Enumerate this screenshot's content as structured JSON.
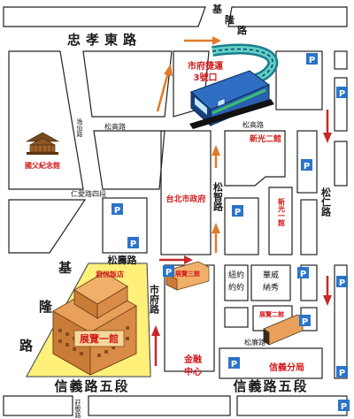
{
  "roads": {
    "zhongxiao_east": "忠孝東路",
    "keelung_top": "基隆路",
    "keelung_left_1": "基",
    "keelung_left_2": "隆",
    "keelung_left_3": "路",
    "yixian": "逸仙路",
    "songgao": "松高路",
    "renai_4": "仁愛路四段",
    "songshou": "松壽路",
    "shifu": "市府路",
    "songzhi": "松智路",
    "songren": "松仁路",
    "songlian": "松廉路",
    "xinyi_5_left": "信義路五段",
    "xinyi_5_right": "信義路五段",
    "zhuangjing": "莊敬路"
  },
  "landmarks": {
    "mrt_label_1": "市府捷運",
    "mrt_label_2": "3號口",
    "sun_yat_sen": "國父紀念館",
    "city_hall": "台北市政府",
    "shin_kong_2": "新光二館",
    "shin_kong_1": "新光一館",
    "grand_hyatt": "君悅飯店",
    "hall_3": "展覽三館",
    "hall_1": "展覽一館",
    "hall_2": "展覽二館",
    "newyork_1": "紐約",
    "newyork_2": "約約",
    "warner_1": "華威",
    "warner_2": "納秀",
    "financial_1": "金融",
    "financial_2": "中心",
    "xinyi_branch": "信義分局"
  },
  "parking_symbol": "P",
  "colors": {
    "block_outline": "#222222",
    "label_red": "#d11d1d",
    "arrow_orange": "#e07b28",
    "arrow_red": "#c62828",
    "parking_blue": "#2a74c9",
    "exhibition_yellow": "#fff07a",
    "building_orange": "#e8a05a"
  }
}
